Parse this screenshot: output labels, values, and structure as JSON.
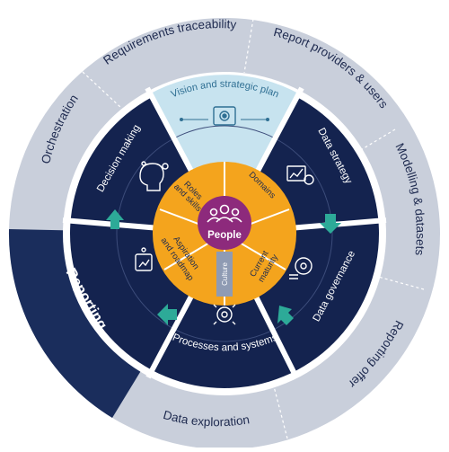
{
  "outer_ring": {
    "requirements_traceability": "Requirements traceability",
    "report_providers_users": "Report providers & users",
    "modelling_datasets": "Modelling & datasets",
    "reporting_offer": "Reporting offer",
    "data_exploration": "Data exploration",
    "reporting": "Reporting",
    "orchestration": "Orchestration"
  },
  "middle_ring": {
    "vision": "Vision and strategic plan",
    "data_strategy": "Data strategy",
    "data_governance": "Data governance",
    "processes_systems": "Processes and systems",
    "decision_making": "Decision making"
  },
  "core": {
    "roles_line1": "Roles",
    "roles_line2": "and skills",
    "domains": "Domains",
    "current_line1": "Current",
    "current_line2": "maturity",
    "aspiration_line1": "Aspiration",
    "aspiration_line2": "and roadmap",
    "culture": "Culture",
    "people": "People"
  },
  "colors": {
    "outer_ring": "#c9cfdb",
    "highlight": "#1a2d5c",
    "navy": "#14234f",
    "vision_fill": "#c7e3ef",
    "orange": "#f4a41d",
    "orange_dark": "#e48f15",
    "purple": "#8d2a7c",
    "teal": "#2daa98",
    "culture_bar": "#8f9bb3"
  }
}
